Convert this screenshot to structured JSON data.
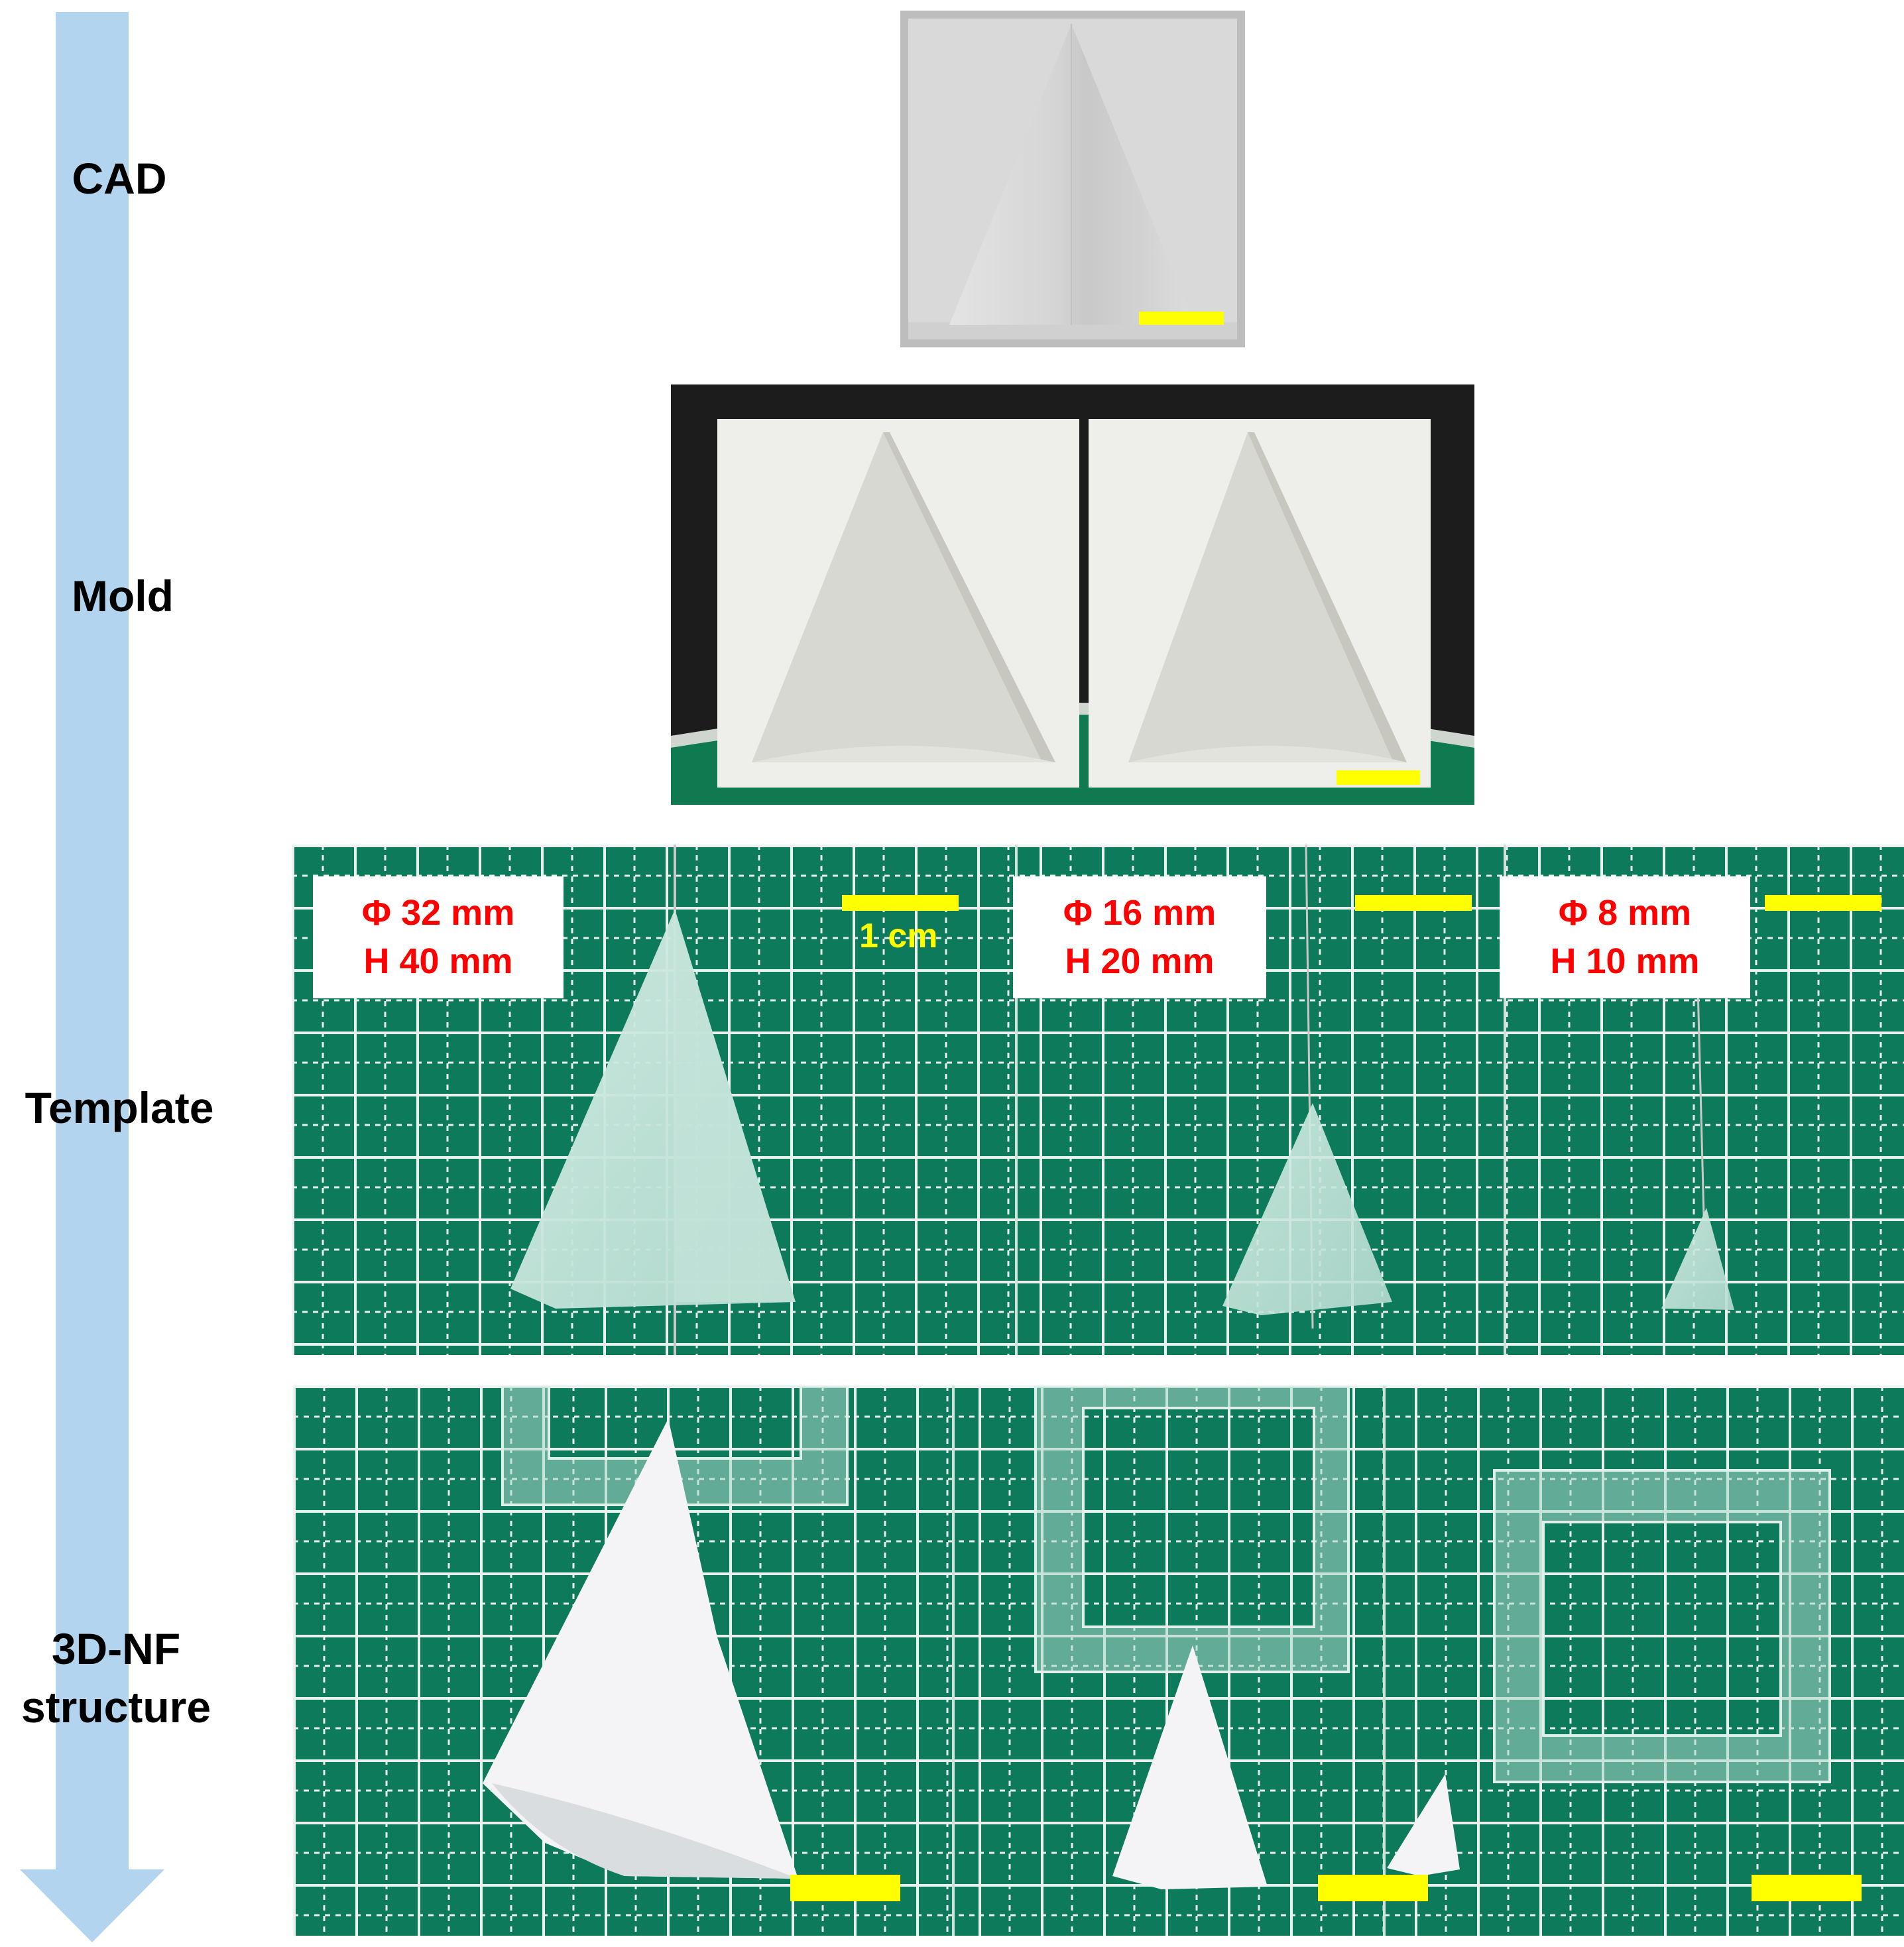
{
  "process_steps": [
    {
      "key": "cad",
      "label": "CAD"
    },
    {
      "key": "mold",
      "label": "Mold"
    },
    {
      "key": "template",
      "label": "Template"
    },
    {
      "key": "nf_line1",
      "label": "3D-NF"
    },
    {
      "key": "nf_line2",
      "label": "structure"
    }
  ],
  "templates": [
    {
      "diameter": "Φ 32 mm",
      "height": "H 40 mm"
    },
    {
      "diameter": "Φ 16 mm",
      "height": "H 20 mm"
    },
    {
      "diameter": "Φ 8 mm",
      "height": "H 10 mm"
    }
  ],
  "scale_bar_label": "1 cm",
  "colors": {
    "arrow": "#b3d4ee",
    "scale_bar": "#ffff00",
    "dimension_text": "#ff0000",
    "mat_green": "#0c7a5b",
    "mat_grid": "#e9f2ee",
    "cad_bg": "#d9d9d9",
    "mold_white": "#eeeeea",
    "gel": "#c9e6de",
    "nanofiber": "#f4f4f6"
  }
}
